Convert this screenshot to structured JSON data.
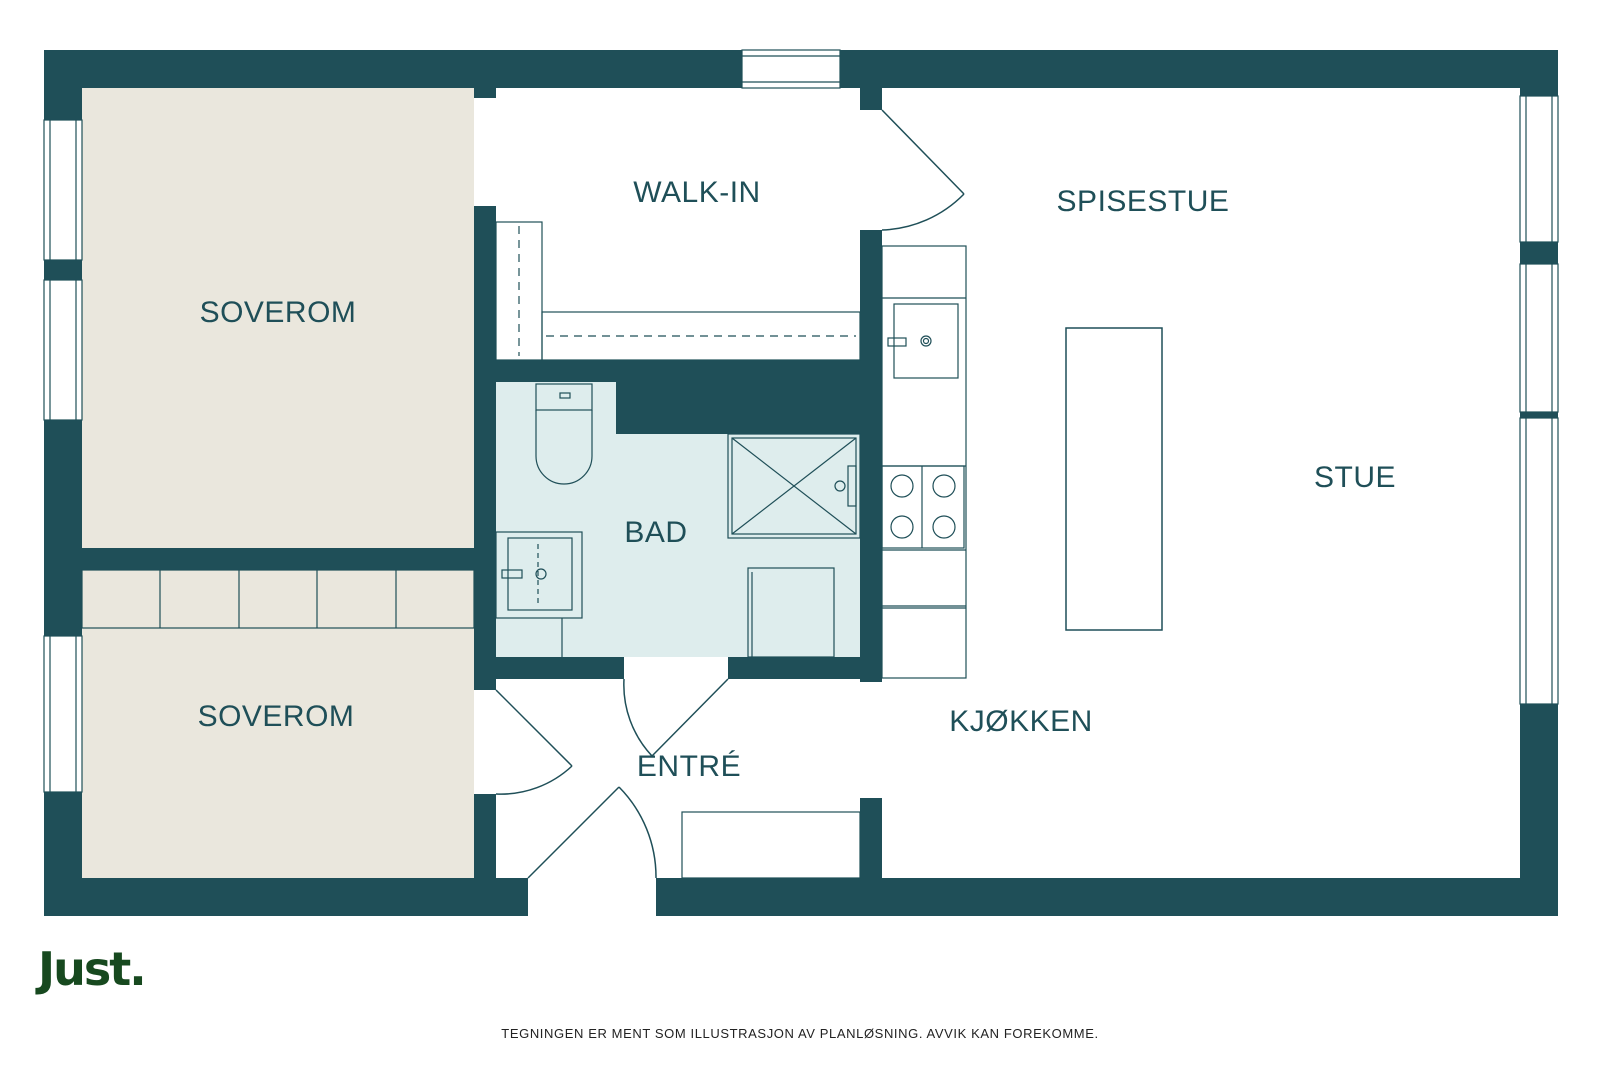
{
  "colors": {
    "wall": "#1f4f58",
    "bedroom_floor": "#eae7dd",
    "bathroom_floor": "#deeded",
    "fixture_line": "#1f4f58",
    "logo": "#17491f"
  },
  "rooms": {
    "bedroom_1": "SOVEROM",
    "bedroom_2": "SOVEROM",
    "walk_in": "WALK-IN",
    "bathroom": "BAD",
    "entrance": "ENTRÉ",
    "dining": "SPISESTUE",
    "living": "STUE",
    "kitchen": "KJØKKEN"
  },
  "brand": {
    "logo_text": "Just."
  },
  "footer": {
    "disclaimer": "TEGNINGEN ER MENT SOM ILLUSTRASJON AV PLANLØSNING. AVVIK KAN FOREKOMME."
  }
}
